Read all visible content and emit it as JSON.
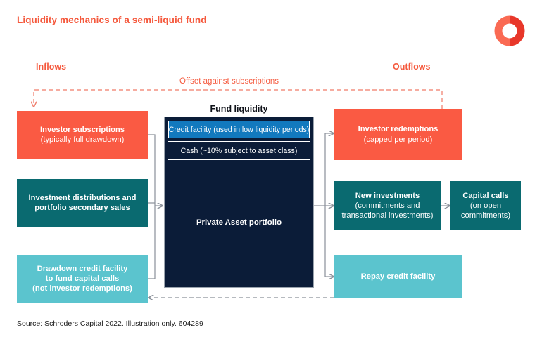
{
  "title": "Liquidity mechanics of a semi-liquid fund",
  "logo": {
    "name": "schroders-donut-logo",
    "color_light": "#FA6A53",
    "color_dark": "#E8372A"
  },
  "headers": {
    "inflows": "Inflows",
    "outflows": "Outflows"
  },
  "annotations": {
    "offset": "Offset against subscriptions"
  },
  "center": {
    "caption": "Fund liquidity",
    "rows": [
      {
        "label": "Credit facility (used in low liquidity periods)",
        "color": "#1279BE"
      },
      {
        "label": "Cash (~10% subject to asset class)",
        "color": "#0B1C38"
      },
      {
        "label": "Private Asset portfolio",
        "color": "#0B1C38"
      }
    ]
  },
  "inflow_boxes": [
    {
      "id": "investor-subscriptions",
      "line1": "Investor subscriptions",
      "line2": "(typically full drawdown)",
      "color": "#FA5A43"
    },
    {
      "id": "investment-distributions",
      "line1": "Investment distributions and",
      "line2": "portfolio secondary sales",
      "color": "#0A6A70"
    },
    {
      "id": "drawdown-credit-facility",
      "line1": "Drawdown credit facility",
      "line2": "to fund capital calls",
      "line3": "(not investor redemptions)",
      "color": "#5BC4CE"
    }
  ],
  "outflow_boxes": [
    {
      "id": "investor-redemptions",
      "line1": "Investor redemptions",
      "line2": "(capped per period)",
      "color": "#FA5A43"
    },
    {
      "id": "new-investments",
      "line1": "New investments",
      "line2": "(commitments and",
      "line3": "transactional investments)",
      "color": "#0A6A70"
    },
    {
      "id": "capital-calls",
      "line1": "Capital calls",
      "line2": "(on open",
      "line3": "commitments)",
      "color": "#0A6A70"
    },
    {
      "id": "repay-credit-facility",
      "line1": "Repay credit facility",
      "color": "#5BC4CE"
    }
  ],
  "source": "Source: Schroders Capital 2022. Illustration only.  604289",
  "colors": {
    "accent_red": "#F5593D",
    "box_red": "#FA5A43",
    "teal": "#0A6A70",
    "light_teal": "#5BC4CE",
    "navy": "#0B1C38",
    "blue": "#1279BE",
    "wire_gray": "#8A9099",
    "wire_red": "#F07A68"
  }
}
